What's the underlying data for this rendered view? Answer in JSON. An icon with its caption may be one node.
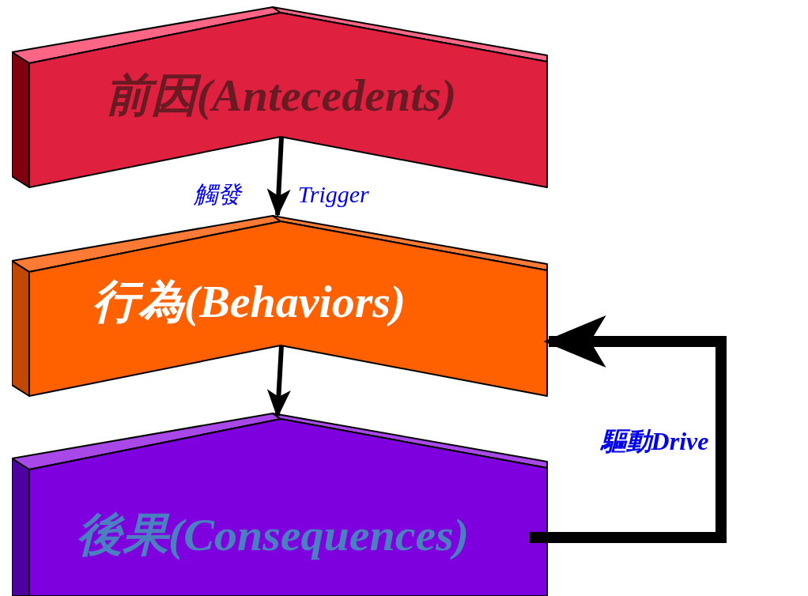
{
  "diagram": {
    "nodes": [
      {
        "text": [
          "前因(Antecedents)"
        ]
      },
      {
        "text": [
          "行為(Behaviors)"
        ]
      },
      {
        "text": [
          "後果(Consequences)"
        ]
      }
    ],
    "edges": [
      {
        "from": 0,
        "to": 1,
        "arrow": "to",
        "label": "觸發 Trigger"
      },
      {
        "from": 1,
        "to": 2,
        "arrow": "to"
      },
      {
        "from": 2,
        "to": 1,
        "arrow": "to",
        "label": "驅動Drive",
        "style": "thick"
      }
    ]
  }
}
